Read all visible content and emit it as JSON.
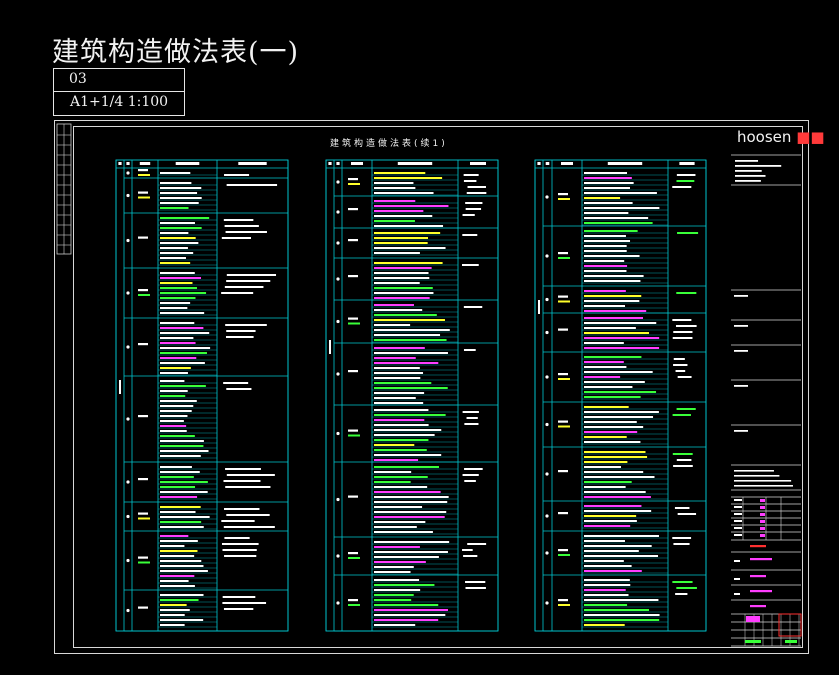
{
  "drawing": {
    "title": "建筑构造做法表(一)",
    "sheet_no": "03",
    "scale": "A1+1/4   1:100",
    "subtitle": "建筑构造做法表(续1)"
  },
  "title_block": {
    "logo": "hoosen"
  },
  "colors": {
    "background": "#000000",
    "table_lines": "#00c8d2",
    "frame": "#d8d8d8",
    "text_white": "#ffffff",
    "text_green": "#39ff39",
    "text_magenta": "#ff3dff",
    "text_yellow": "#ffff2a",
    "accent_red": "#ff3030"
  }
}
